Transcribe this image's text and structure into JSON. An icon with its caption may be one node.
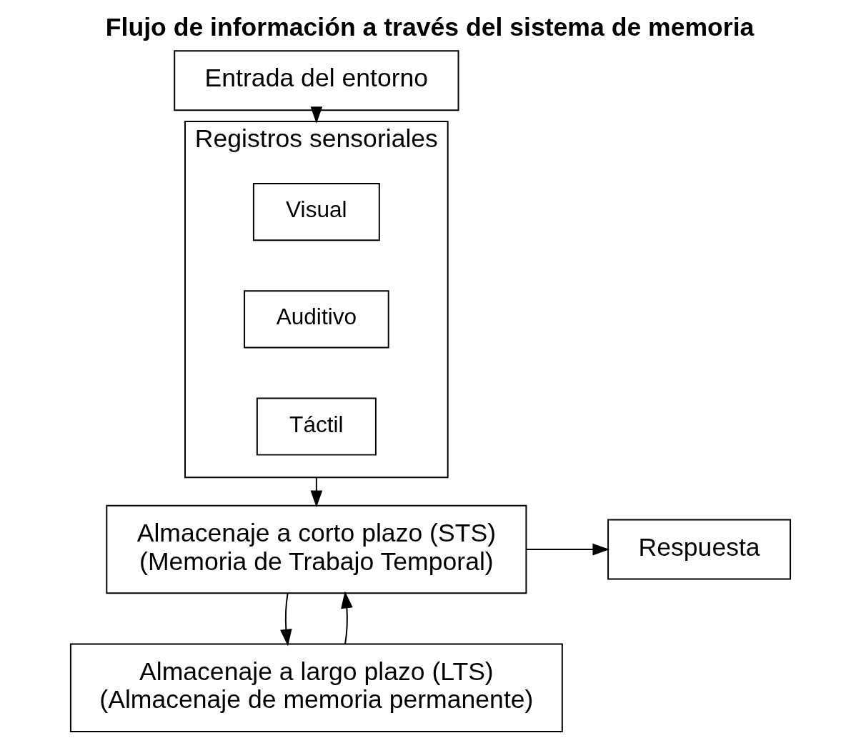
{
  "diagram": {
    "title": "Flujo de información a través del sistema de memoria",
    "nodes": [
      {
        "text": [
          "Entrada del entorno"
        ]
      },
      {
        "text": [
          "Registros sensoriales"
        ]
      },
      {
        "text": [
          "Visual"
        ],
        "in": 1
      },
      {
        "text": [
          "Auditivo"
        ],
        "in": 1
      },
      {
        "text": [
          "Táctil"
        ],
        "in": 1
      },
      {
        "text": [
          "Almacenaje a corto plazo (STS)",
          "(Memoria de Trabajo Temporal)"
        ]
      },
      {
        "text": [
          "Respuesta"
        ]
      },
      {
        "text": [
          "Almacenaje a largo plazo (LTS)",
          "(Almacenaje de memoria permanente)"
        ]
      }
    ],
    "edges": [
      {
        "from": 0,
        "to": 1,
        "arrow": "to"
      },
      {
        "from": 1,
        "to": 5,
        "arrow": "to"
      },
      {
        "from": 5,
        "to": 6,
        "arrow": "to"
      },
      {
        "from": 5,
        "to": 7,
        "arrow": "to"
      },
      {
        "from": 7,
        "to": 5,
        "arrow": "to"
      }
    ]
  }
}
